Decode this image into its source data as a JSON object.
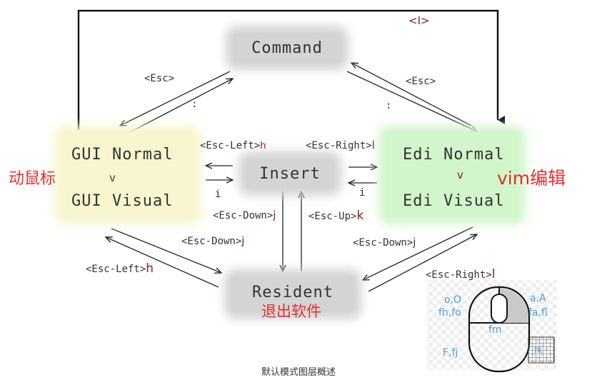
{
  "nodes": {
    "command": "Command",
    "insert": "Insert",
    "resident": "Resident",
    "gui_normal": "GUI Normal",
    "gui_visual": "GUI Visual",
    "edi_normal": "Edi Normal",
    "edi_visual": "Edi Visual"
  },
  "chinese_labels": {
    "gui": "动鼠标",
    "edi": "vim编辑",
    "resident": "退出软件"
  },
  "edges": {
    "top_i": "<I>",
    "esc_top_left": "<Esc>",
    "colon_left": ":",
    "esc_top_right": "<Esc>",
    "colon_right": ":",
    "esc_left": "<Esc-Left>",
    "esc_left_key": "h",
    "esc_right": "<Esc-Right>",
    "esc_right_key": "l",
    "i_left": "i",
    "i_right": "i",
    "gui_v": "v",
    "edi_v": "v",
    "esc_down_mid": "<Esc-Down>",
    "esc_down_mid_key": "j",
    "esc_up_mid": "<Esc-Up>",
    "esc_up_mid_key": "k",
    "esc_down_left": "<Esc-Down>",
    "esc_down_left_key": "j",
    "esc_left_bottom": "<Esc-Left>",
    "esc_left_bottom_key": "h",
    "esc_down_right": "<Esc-Down>",
    "esc_down_right_key": "j",
    "esc_right_bottom": "<Esc-Right>",
    "esc_right_bottom_key": "l"
  },
  "mouse": {
    "top_left": "o,O",
    "top_left_2": "fh,fo",
    "top_right": "a,A",
    "top_right_2": "fa,fl",
    "middle": "fm",
    "bottom_left": "F,fj",
    "bottom_right": "fk"
  },
  "caption": "默认模式图层概述"
}
